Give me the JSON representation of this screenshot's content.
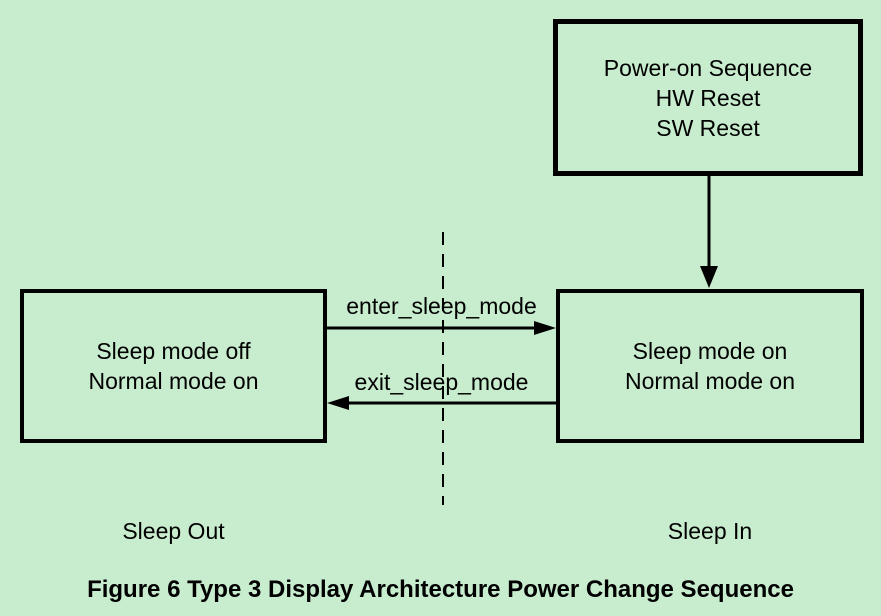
{
  "diagram": {
    "colors": {
      "background": "#c8ecce",
      "line": "#000000",
      "text": "#000000"
    },
    "boxes": {
      "power_on": {
        "lines": [
          "Power-on Sequence",
          "HW Reset",
          "SW Reset"
        ]
      },
      "sleep_off": {
        "lines": [
          "Sleep mode off",
          "Normal mode on"
        ]
      },
      "sleep_on": {
        "lines": [
          "Sleep mode on",
          "Normal mode on"
        ]
      }
    },
    "transitions": {
      "enter_label": "enter_sleep_mode",
      "exit_label": "exit_sleep_mode"
    },
    "labels": {
      "sleep_out": "Sleep Out",
      "sleep_in": "Sleep In"
    },
    "caption": "Figure 6 Type 3 Display Architecture Power Change Sequence"
  }
}
